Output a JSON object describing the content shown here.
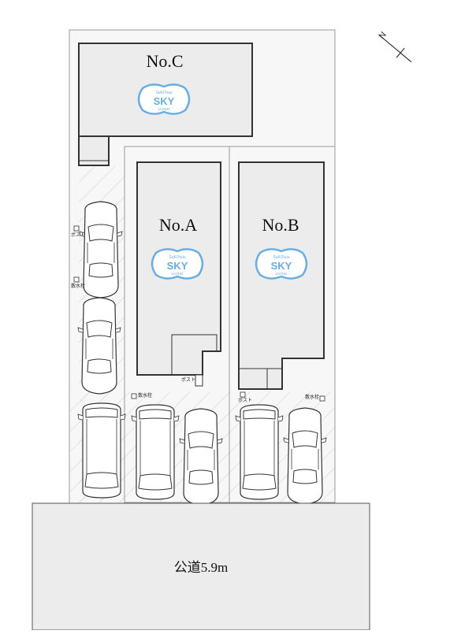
{
  "lots": [
    {
      "id": "C",
      "title": "No.C"
    },
    {
      "id": "A",
      "title": "No.A"
    },
    {
      "id": "B",
      "title": "No.B"
    }
  ],
  "logo": {
    "top": "SuKiTsuu",
    "main": "SKY",
    "bottom": "LIVING"
  },
  "labels": {
    "post": "ポスト",
    "water_meter": "散水栓"
  },
  "road": {
    "label": "公道5.9m"
  },
  "north": {
    "letter": "N"
  },
  "colors": {
    "building": "#ececec",
    "logo_blue": "#6aaee0",
    "line": "#333333",
    "hatch": "#c8c8c8"
  }
}
